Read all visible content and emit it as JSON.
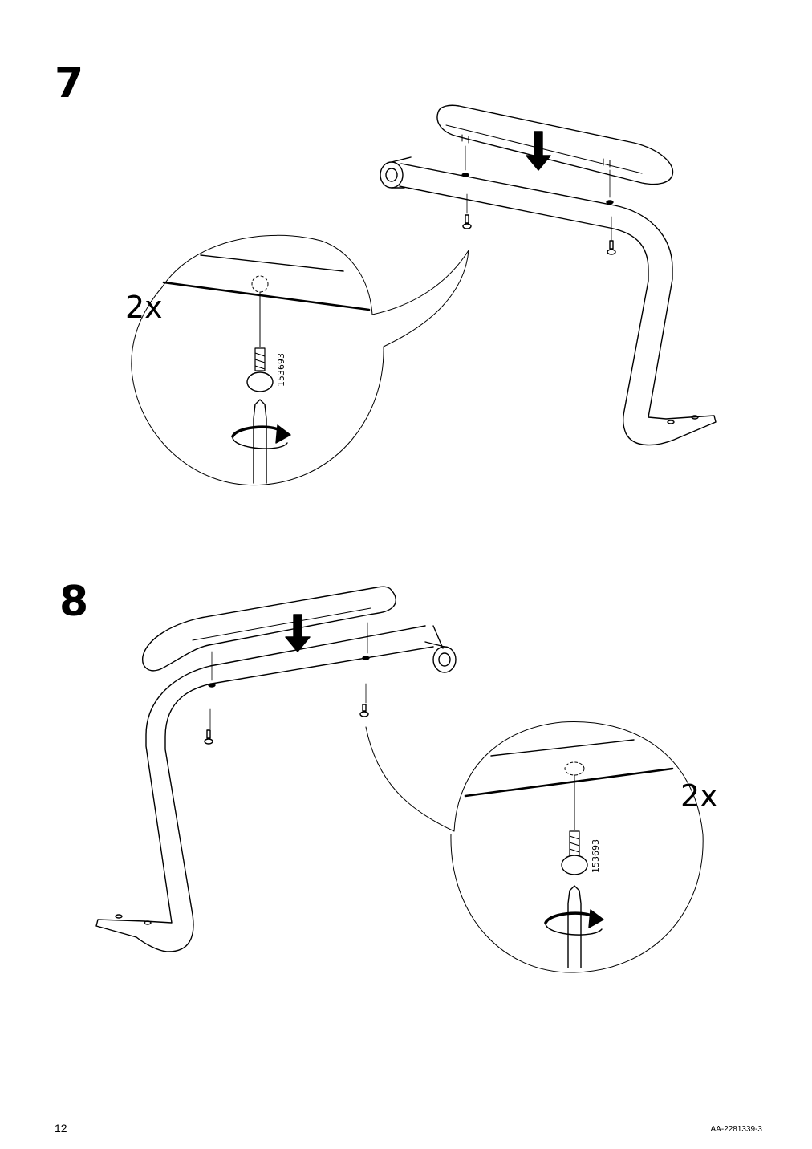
{
  "steps": [
    {
      "number": "7",
      "quantity": "2x",
      "part_number": "153693"
    },
    {
      "number": "8",
      "quantity": "2x",
      "part_number": "153693"
    }
  ],
  "footer": {
    "page_number": "12",
    "document_id": "AA-2281339-3"
  },
  "icons": [
    "down-arrow-icon",
    "screw-icon",
    "screwdriver-icon",
    "rotate-clockwise-icon"
  ]
}
